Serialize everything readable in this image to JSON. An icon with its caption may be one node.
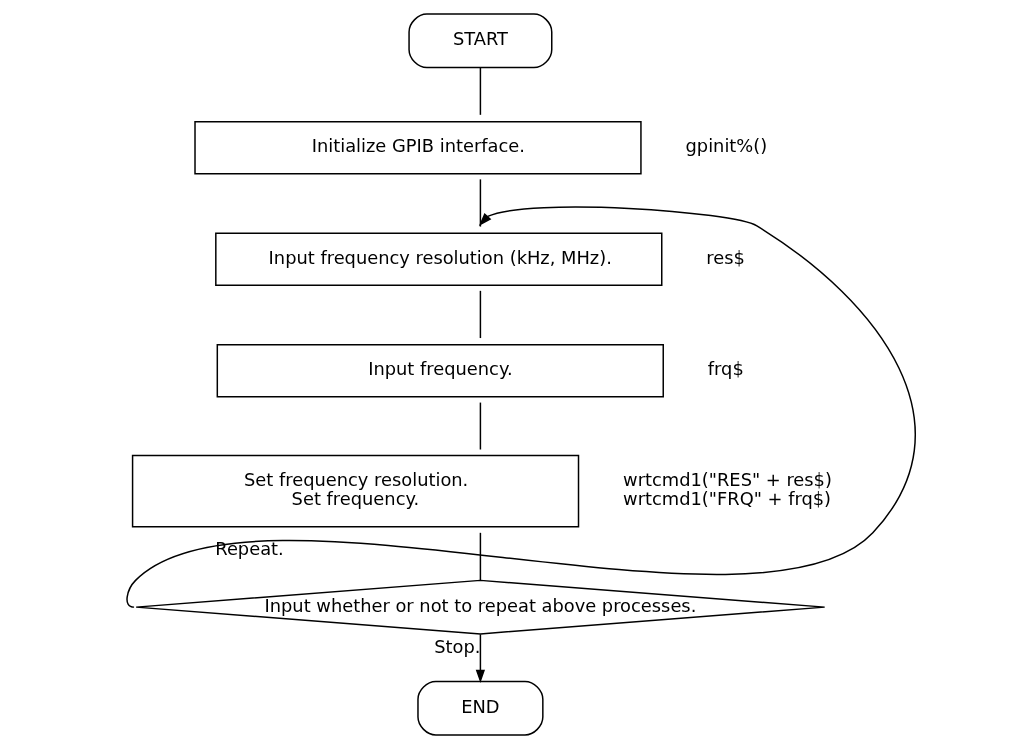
{
  "diagram": {
    "nodes": [
      {
        "text": [
          "START"
        ]
      },
      {
        "text": [
          "Initialize GPIB interface."
        ],
        "beside": [
          "gpinit%()"
        ]
      },
      {
        "text": [
          "Input frequency resolution (kHz, MHz)."
        ],
        "beside": [
          "res$"
        ]
      },
      {
        "text": [
          "Input frequency."
        ],
        "beside": [
          "frq$"
        ]
      },
      {
        "text": [
          "Set frequency resolution.",
          "Set frequency."
        ],
        "beside": [
          "wrtcmd1(\"RES\" + res$)",
          "wrtcmd1(\"FRQ\" + frq$)"
        ]
      },
      {
        "text": [
          "Input whether or not to repeat above processes."
        ]
      },
      {
        "text": [
          "END"
        ]
      }
    ],
    "edges": [
      {
        "from": 0,
        "to": 1,
        "arrow": "none"
      },
      {
        "from": 1,
        "to": 2,
        "arrow": "none"
      },
      {
        "from": 2,
        "to": 3,
        "arrow": "none"
      },
      {
        "from": 3,
        "to": 4,
        "arrow": "none"
      },
      {
        "from": 4,
        "to": 5,
        "arrow": "none"
      },
      {
        "from": 5,
        "to": 6,
        "arrow": "to",
        "label": "Stop."
      },
      {
        "from": 5,
        "to": 2,
        "arrow": "to",
        "label": "Repeat."
      }
    ]
  }
}
